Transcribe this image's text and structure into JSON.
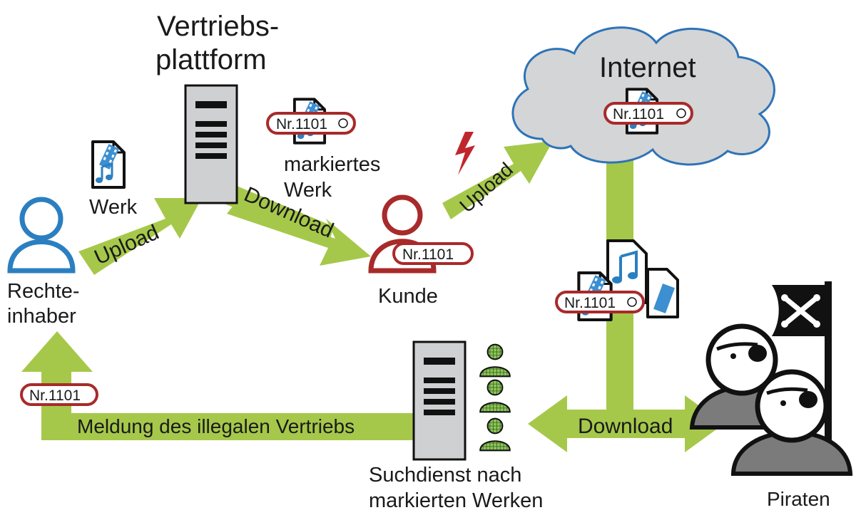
{
  "platform": {
    "title_line1": "Vertriebs-",
    "title_line2": "plattform"
  },
  "internet": {
    "label": "Internet"
  },
  "rights_holder": {
    "line1": "Rechte-",
    "line2": "inhaber"
  },
  "work": {
    "label": "Werk"
  },
  "marked_work": {
    "line1": "markiertes",
    "line2": "Werk"
  },
  "customer": {
    "label": "Kunde"
  },
  "search_service": {
    "line1": "Suchdienst nach",
    "line2": "markierten Werken"
  },
  "pirates": {
    "label": "Piraten"
  },
  "tags": {
    "marked_work": "Nr.1101",
    "internet": "Nr.1101",
    "customer": "Nr.1101",
    "files": "Nr.1101",
    "report": "Nr.1101"
  },
  "arrows": {
    "upload_to_platform": "Upload",
    "download_to_customer": "Download",
    "upload_to_internet": "Upload",
    "download_pirates": "Download",
    "report": "Meldung des illegalen Vertriebs"
  },
  "colors": {
    "arrow_green": "#a6c84a",
    "rights_holder_blue": "#2b7fc0",
    "tag_red": "#a82a2a",
    "cloud_fill": "#d4d5d6",
    "cloud_stroke": "#2e73b8",
    "server_fill": "#cfd0d1",
    "searcher_green": "#6aa33a",
    "pirate_gray": "#7b7b7b"
  },
  "icons": [
    "media-file-icon",
    "server-icon",
    "cloud-icon",
    "person-icon",
    "lightning-icon",
    "music-note-icon",
    "film-strip-icon",
    "pirate-flag-icon",
    "eye-patch-icon"
  ]
}
